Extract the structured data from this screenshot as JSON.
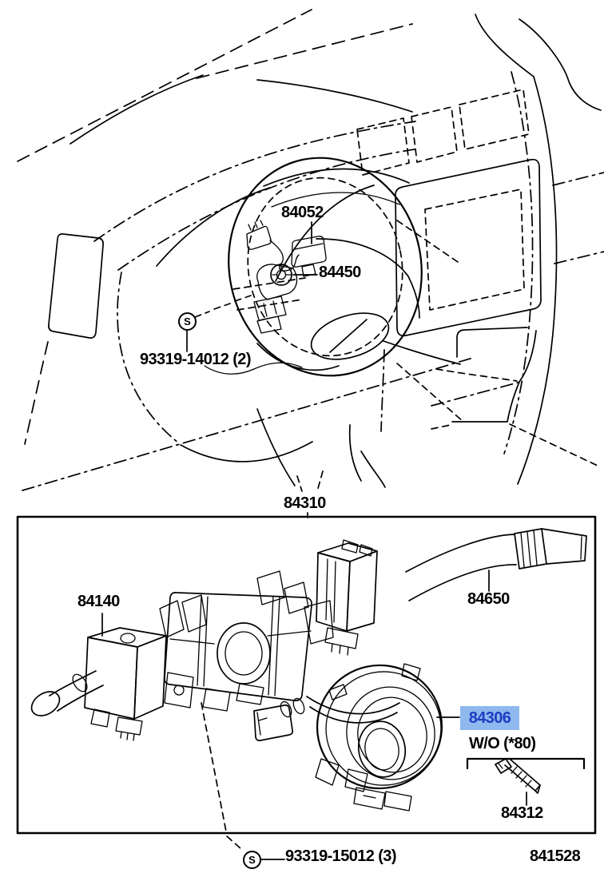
{
  "diagram": {
    "figure_number": "841528",
    "colors": {
      "line": "#000000",
      "highlight_bg": "#8FB8EF",
      "highlight_text": "#1C3EC0"
    },
    "callouts": [
      {
        "id": "84052",
        "label": "84052",
        "highlighted": false
      },
      {
        "id": "84450",
        "label": "84450",
        "highlighted": false
      },
      {
        "id": "93319-14012",
        "label": "93319-14012 (2)",
        "highlighted": false
      },
      {
        "id": "84310",
        "label": "84310",
        "highlighted": false
      },
      {
        "id": "84140",
        "label": "84140",
        "highlighted": false
      },
      {
        "id": "84650",
        "label": "84650",
        "highlighted": false
      },
      {
        "id": "84306",
        "label": "84306",
        "highlighted": true
      },
      {
        "id": "84312",
        "label": "84312",
        "highlighted": false
      },
      {
        "id": "93319-15012",
        "label": "93319-15012 (3)",
        "highlighted": false
      }
    ],
    "notes": {
      "without_note": "W/O (*80)"
    },
    "symbols": {
      "screw": "S"
    }
  }
}
